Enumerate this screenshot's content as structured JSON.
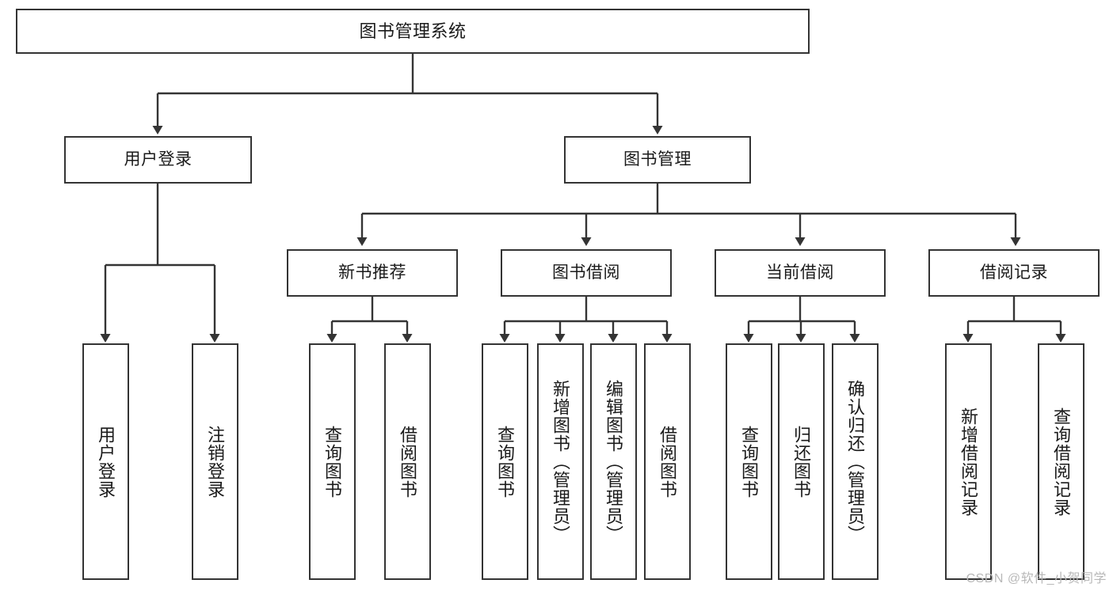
{
  "diagram": {
    "type": "tree",
    "title": "图书管理系统",
    "watermark": "CSDN @软件_小贺同学",
    "colors": {
      "stroke": "#343434",
      "fill": "#ffffff",
      "text": "#1a1a1a",
      "watermark": "#b8b8b8"
    },
    "nodes": {
      "root": {
        "label": "图书管理系统"
      },
      "level2": [
        {
          "id": "user-login",
          "label": "用户登录"
        },
        {
          "id": "book-manage",
          "label": "图书管理"
        }
      ],
      "level3": [
        {
          "id": "new-book-recommend",
          "label": "新书推荐"
        },
        {
          "id": "book-borrow",
          "label": "图书借阅"
        },
        {
          "id": "current-borrow",
          "label": "当前借阅"
        },
        {
          "id": "borrow-record",
          "label": "借阅记录"
        }
      ],
      "leaves": {
        "user-login": [
          {
            "id": "leaf-user-login",
            "label": "用户登录"
          },
          {
            "id": "leaf-user-logout",
            "label": "注销登录"
          }
        ],
        "new-book-recommend": [
          {
            "id": "leaf-query-book-1",
            "label": "查询图书"
          },
          {
            "id": "leaf-borrow-book-1",
            "label": "借阅图书"
          }
        ],
        "book-borrow": [
          {
            "id": "leaf-query-book-2",
            "label": "查询图书"
          },
          {
            "id": "leaf-add-book",
            "label": "新增图书（管理员）"
          },
          {
            "id": "leaf-edit-book",
            "label": "编辑图书（管理员）"
          },
          {
            "id": "leaf-borrow-book-2",
            "label": "借阅图书"
          }
        ],
        "current-borrow": [
          {
            "id": "leaf-query-book-3",
            "label": "查询图书"
          },
          {
            "id": "leaf-return-book",
            "label": "归还图书"
          },
          {
            "id": "leaf-confirm-return",
            "label": "确认归还（管理员）"
          }
        ],
        "borrow-record": [
          {
            "id": "leaf-add-record",
            "label": "新增借阅记录"
          },
          {
            "id": "leaf-query-record",
            "label": "查询借阅记录"
          }
        ]
      }
    }
  }
}
